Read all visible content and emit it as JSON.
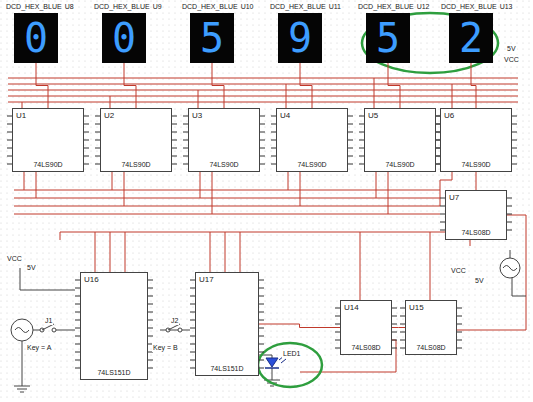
{
  "diagram": {
    "nodes": [
      {
        "text": [
          "DCD_HEX_BLUE",
          "U8",
          "0"
        ]
      },
      {
        "text": [
          "DCD_HEX_BLUE",
          "U9",
          "0"
        ]
      },
      {
        "text": [
          "DCD_HEX_BLUE",
          "U10",
          "5"
        ]
      },
      {
        "text": [
          "DCD_HEX_BLUE",
          "U11",
          "9"
        ]
      },
      {
        "text": [
          "DCD_HEX_BLUE",
          "U12",
          "5"
        ]
      },
      {
        "text": [
          "DCD_HEX_BLUE",
          "U13",
          "2"
        ]
      },
      {
        "text": [
          "U1",
          "74LS90D"
        ]
      },
      {
        "text": [
          "U2",
          "74LS90D"
        ]
      },
      {
        "text": [
          "U3",
          "74LS90D"
        ]
      },
      {
        "text": [
          "U4",
          "74LS90D"
        ]
      },
      {
        "text": [
          "U5",
          "74LS90D"
        ]
      },
      {
        "text": [
          "U6",
          "74LS90D"
        ]
      },
      {
        "text": [
          "U7",
          "74LS08D"
        ]
      },
      {
        "text": [
          "U16",
          "74LS151D"
        ]
      },
      {
        "text": [
          "U17",
          "74LS151D"
        ]
      },
      {
        "text": [
          "U14",
          "74LS08D"
        ]
      },
      {
        "text": [
          "U15",
          "74LS08D"
        ]
      }
    ],
    "edges": [
      {
        "from": 6,
        "to": 0,
        "arrow": "none"
      },
      {
        "from": 7,
        "to": 1,
        "arrow": "none"
      },
      {
        "from": 8,
        "to": 2,
        "arrow": "none"
      },
      {
        "from": 9,
        "to": 3,
        "arrow": "none"
      },
      {
        "from": 10,
        "to": 4,
        "arrow": "none"
      },
      {
        "from": 11,
        "to": 5,
        "arrow": "none"
      },
      {
        "from": 12,
        "to": 11,
        "arrow": "none"
      },
      {
        "from": 14,
        "to": 15,
        "arrow": "none"
      },
      {
        "from": 15,
        "to": 16,
        "arrow": "none"
      }
    ],
    "labels": [
      "5V",
      "VCC",
      "VCC",
      "5V",
      "VCC",
      "5V",
      "J1",
      "J2",
      "Key = A",
      "Key = B",
      "LED1"
    ]
  }
}
